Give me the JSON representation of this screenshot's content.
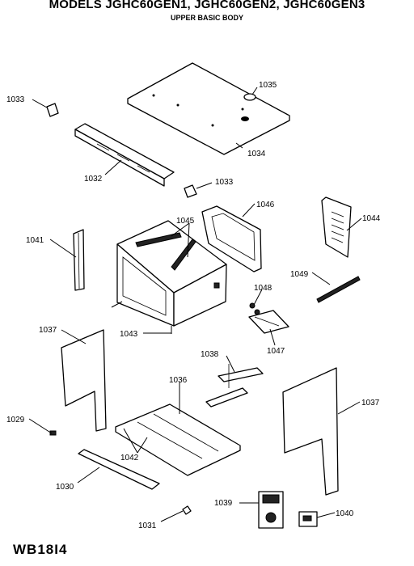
{
  "header": {
    "title": "MODELS JGHC60GEN1, JGHC60GEN2, JGHC60GEN3",
    "subtitle": "UPPER BASIC BODY"
  },
  "footer": {
    "doc_number": "WB18I4"
  },
  "callouts": {
    "p1029": "1029",
    "p1030": "1030",
    "p1031": "1031",
    "p1032": "1032",
    "p1033a": "1033",
    "p1033b": "1033",
    "p1034": "1034",
    "p1035": "1035",
    "p1036": "1036",
    "p1037a": "1037",
    "p1037b": "1037",
    "p1038": "1038",
    "p1039": "1039",
    "p1040": "1040",
    "p1041": "1041",
    "p1042": "1042",
    "p1043": "1043",
    "p1044": "1044",
    "p1045": "1045",
    "p1046": "1046",
    "p1047": "1047",
    "p1048": "1048",
    "p1049": "1049"
  }
}
